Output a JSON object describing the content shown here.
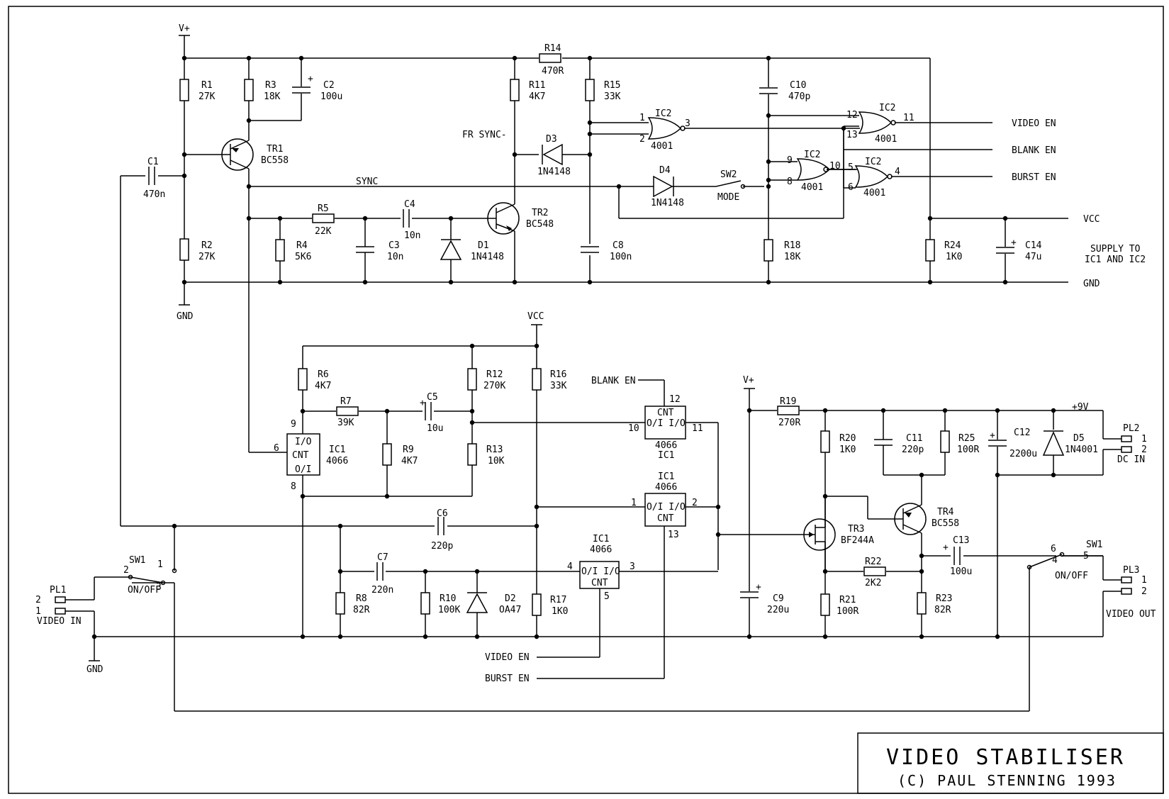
{
  "title": "VIDEO STABILISER",
  "copyright": "(C) PAUL STENNING 1993",
  "rails": {
    "vplus": "V+",
    "gnd": "GND",
    "vcc": "VCC",
    "supply_note_1": "SUPPLY TO",
    "supply_note_2": "IC1 AND IC2",
    "nine_volt": "+9V"
  },
  "nets": {
    "sync": "SYNC",
    "fr_sync": "FR SYNC-",
    "video_en": "VIDEO EN",
    "blank_en": "BLANK EN",
    "burst_en": "BURST EN"
  },
  "resistors": {
    "R1": {
      "ref": "R1",
      "val": "27K"
    },
    "R2": {
      "ref": "R2",
      "val": "27K"
    },
    "R3": {
      "ref": "R3",
      "val": "18K"
    },
    "R4": {
      "ref": "R4",
      "val": "5K6"
    },
    "R5": {
      "ref": "R5",
      "val": "22K"
    },
    "R6": {
      "ref": "R6",
      "val": "4K7"
    },
    "R7": {
      "ref": "R7",
      "val": "39K"
    },
    "R8": {
      "ref": "R8",
      "val": "82R"
    },
    "R9": {
      "ref": "R9",
      "val": "4K7"
    },
    "R10": {
      "ref": "R10",
      "val": "100K"
    },
    "R11": {
      "ref": "R11",
      "val": "4K7"
    },
    "R12": {
      "ref": "R12",
      "val": "270K"
    },
    "R13": {
      "ref": "R13",
      "val": "10K"
    },
    "R14": {
      "ref": "R14",
      "val": "470R"
    },
    "R15": {
      "ref": "R15",
      "val": "33K"
    },
    "R16": {
      "ref": "R16",
      "val": "33K"
    },
    "R17": {
      "ref": "R17",
      "val": "1K0"
    },
    "R18": {
      "ref": "R18",
      "val": "18K"
    },
    "R19": {
      "ref": "R19",
      "val": "270R"
    },
    "R20": {
      "ref": "R20",
      "val": "1K0"
    },
    "R21": {
      "ref": "R21",
      "val": "100R"
    },
    "R22": {
      "ref": "R22",
      "val": "2K2"
    },
    "R23": {
      "ref": "R23",
      "val": "82R"
    },
    "R24": {
      "ref": "R24",
      "val": "1K0"
    },
    "R25": {
      "ref": "R25",
      "val": "100R"
    }
  },
  "capacitors": {
    "C1": {
      "ref": "C1",
      "val": "470n"
    },
    "C2": {
      "ref": "C2",
      "val": "100u"
    },
    "C3": {
      "ref": "C3",
      "val": "10n"
    },
    "C4": {
      "ref": "C4",
      "val": "10n"
    },
    "C5": {
      "ref": "C5",
      "val": "10u"
    },
    "C6": {
      "ref": "C6",
      "val": "220p"
    },
    "C7": {
      "ref": "C7",
      "val": "220n"
    },
    "C8": {
      "ref": "C8",
      "val": "100n"
    },
    "C9": {
      "ref": "C9",
      "val": "220u"
    },
    "C10": {
      "ref": "C10",
      "val": "470p"
    },
    "C11": {
      "ref": "C11",
      "val": "220p"
    },
    "C12": {
      "ref": "C12",
      "val": "2200u"
    },
    "C13": {
      "ref": "C13",
      "val": "100u"
    },
    "C14": {
      "ref": "C14",
      "val": "47u"
    }
  },
  "diodes": {
    "D1": {
      "ref": "D1",
      "val": "1N4148"
    },
    "D2": {
      "ref": "D2",
      "val": "OA47"
    },
    "D3": {
      "ref": "D3",
      "val": "1N4148"
    },
    "D4": {
      "ref": "D4",
      "val": "1N4148"
    },
    "D5": {
      "ref": "D5",
      "val": "1N4001"
    }
  },
  "transistors": {
    "TR1": {
      "ref": "TR1",
      "val": "BC558"
    },
    "TR2": {
      "ref": "TR2",
      "val": "BC548"
    },
    "TR3": {
      "ref": "TR3",
      "val": "BF244A"
    },
    "TR4": {
      "ref": "TR4",
      "val": "BC558"
    }
  },
  "ics": {
    "nor_ref": "IC2",
    "nor_type": "4001",
    "sw_ref": "IC1",
    "sw_type": "4066",
    "io": "I/O",
    "oi": "O/I",
    "oi_io": "O/I I/O",
    "cnt": "CNT"
  },
  "switches": {
    "sw1": "SW1",
    "sw1_label": "ON/OFF",
    "sw2": "SW2",
    "sw2_label": "MODE"
  },
  "connectors": {
    "pl1": "PL1",
    "pl1_label": "VIDEO IN",
    "pl2": "PL2",
    "pl2_label": "DC IN",
    "pl3": "PL3",
    "pl3_label": "VIDEO OUT"
  },
  "pins": {
    "p1": "1",
    "p2": "2",
    "p3": "3",
    "p4": "4",
    "p5": "5",
    "p6": "6",
    "p8": "8",
    "p9": "9",
    "p10": "10",
    "p11": "11",
    "p12": "12",
    "p13": "13"
  }
}
